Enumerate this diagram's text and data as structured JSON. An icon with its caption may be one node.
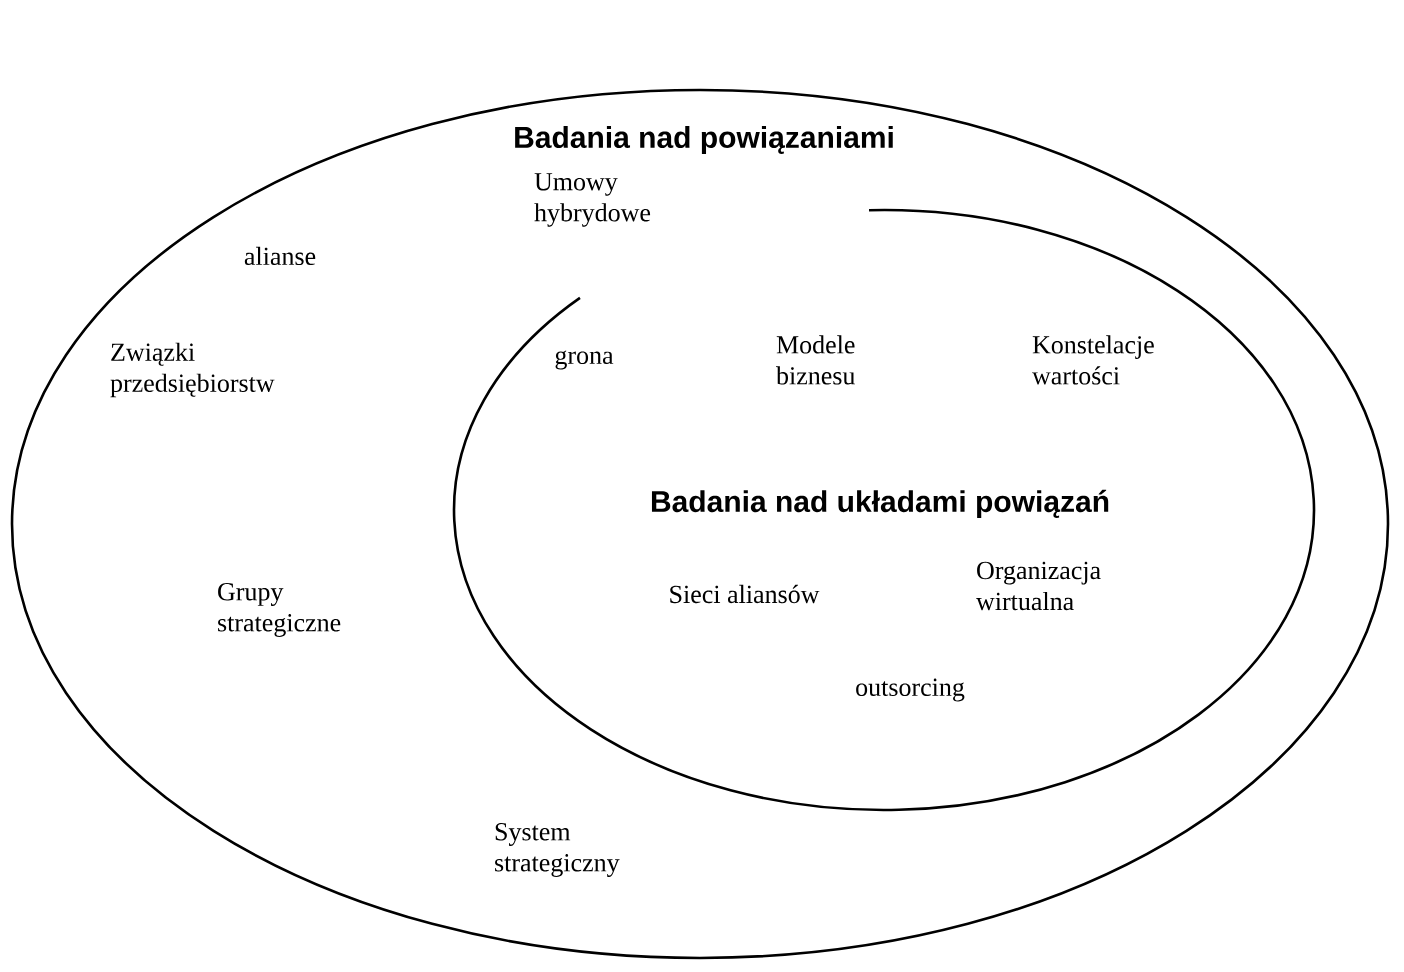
{
  "diagram": {
    "nodes": [
      {
        "text": [
          "Badania nad powiązaniami",
          "Umowy hybrydowe",
          "alianse",
          "Związki przedsiębiorstw",
          "Grupy strategiczne",
          "System strategiczny"
        ]
      },
      {
        "text": [
          "Badania nad układami powiązań",
          "grona",
          "Modele biznesu",
          "Konstelacje wartości",
          "Sieci aliansów",
          "Organizacja wirtualna",
          "outsorcing"
        ],
        "in": 0
      }
    ]
  }
}
